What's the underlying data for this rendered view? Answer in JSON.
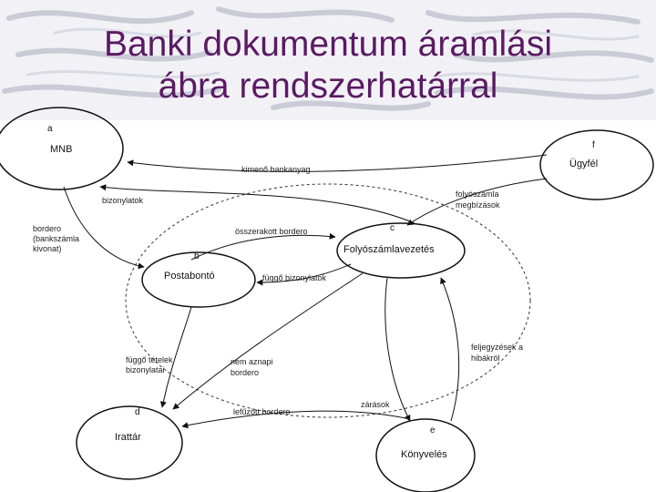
{
  "title": {
    "line1": "Banki dokumentum áramlási",
    "line2": "ábra rendszerhatárral"
  },
  "nodes": {
    "a": {
      "letter": "a",
      "name": "MNB"
    },
    "b": {
      "letter": "b",
      "name": "Postabontó"
    },
    "c": {
      "letter": "c",
      "name": "Folyószámlavezetés"
    },
    "d": {
      "letter": "d",
      "name": "Irattár"
    },
    "e": {
      "letter": "e",
      "name": "Könyvelés"
    },
    "f": {
      "letter": "f",
      "name": "Ügyfél"
    }
  },
  "flows": {
    "kimeno": "kimenő bankanyag",
    "bizonylatok": "bizonylatok",
    "bordero_line1": "bordero",
    "bordero_line2": "(bankszámla",
    "bordero_line3": "kivonat)",
    "osszerakott": "összerakott bordero",
    "folyoszamla_line1": "folyószámla",
    "folyoszamla_line2": "megbízások",
    "fuggo_biz": "függő bizonylatok",
    "fuggo_tetelek_line1": "függő tételek",
    "fuggo_tetelek_line2": "bizonylatai",
    "nem_aznapi_line1": "nem aznapi",
    "nem_aznapi_line2": "bordero",
    "feljegyzesek_line1": "feljegyzések a",
    "feljegyzesek_line2": "hibákról",
    "zarasok": "zárások",
    "lefuzott": "lefűzött bordero"
  }
}
